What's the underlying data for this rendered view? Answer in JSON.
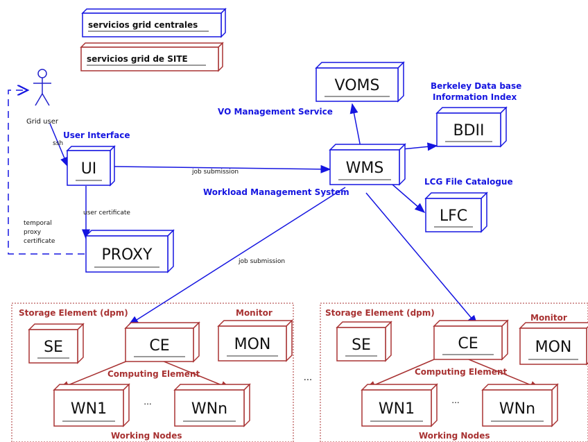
{
  "colors": {
    "central": "#1515e0",
    "site": "#a83232",
    "text": "#111111",
    "actor": "#2222cc"
  },
  "legend": {
    "central": "servicios grid centrales",
    "site": "servicios grid de SITE"
  },
  "actor": {
    "name": "Grid user"
  },
  "central_nodes": {
    "ui": "UI",
    "proxy": "PROXY",
    "wms": "WMS",
    "voms": "VOMS",
    "bdii": "BDII",
    "lfc": "LFC"
  },
  "central_labels": {
    "ui": "User Interface",
    "wms": "Workload Management System",
    "voms": "VO Management Service",
    "bdii_1": "Berkeley Data base",
    "bdii_2": "Information Index",
    "lfc": "LCG File Catalogue"
  },
  "edge_labels": {
    "ssh": "ssh",
    "job_submission_ui": "job submission",
    "user_certificate": "user certificate",
    "proxy_1": "temporal",
    "proxy_2": "proxy",
    "proxy_3": "certificate",
    "job_submission_ce": "job submission",
    "between_sites": "..."
  },
  "sites": [
    {
      "storage_label": "Storage Element (dpm)",
      "monitor_label": "Monitor",
      "computing_label": "Computing Element",
      "working_label": "Working Nodes",
      "se": "SE",
      "ce": "CE",
      "mon": "MON",
      "wn1": "WN1",
      "wnn": "WNn",
      "dots": "..."
    },
    {
      "storage_label": "Storage Element (dpm)",
      "monitor_label": "Monitor",
      "computing_label": "Computing Element",
      "working_label": "Working Nodes",
      "se": "SE",
      "ce": "CE",
      "mon": "MON",
      "wn1": "WN1",
      "wnn": "WNn",
      "dots": "..."
    }
  ]
}
